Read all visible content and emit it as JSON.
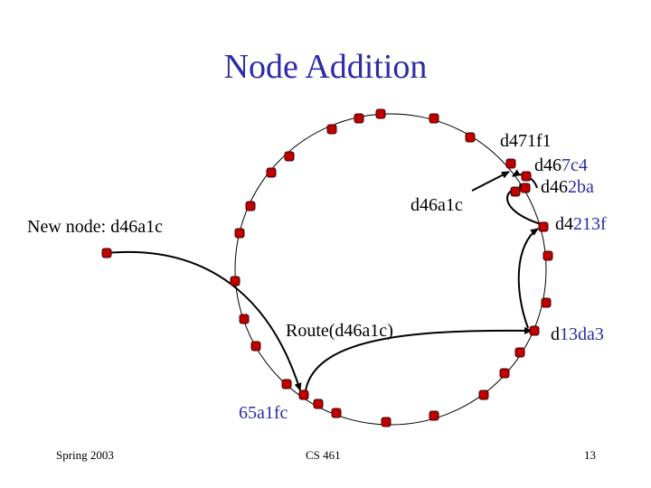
{
  "slide": {
    "title": "Node Addition",
    "new_node_label": "New node: d46a1c",
    "join_key_label": "d46a1c",
    "route_label": "Route(d46a1c)",
    "nodes": {
      "n65a1fc": {
        "base": "65a1fc",
        "hl": ""
      },
      "d13da3": {
        "base": "d",
        "hl": "13da3"
      },
      "d4213f": {
        "base": "d4",
        "hl": "213f"
      },
      "d462ba": {
        "base": "d46",
        "hl": "2ba"
      },
      "d467c4": {
        "base": "d46",
        "hl": "7c4"
      },
      "d471f1": {
        "base": "d471f1",
        "hl": ""
      }
    }
  },
  "footer": {
    "left": "Spring 2003",
    "center": "CS 461",
    "right": "13"
  },
  "colors": {
    "title": "#2c2ca8",
    "highlight": "#2c2ca8",
    "node_fill": "#c00000",
    "node_stroke": "#3a0000"
  }
}
